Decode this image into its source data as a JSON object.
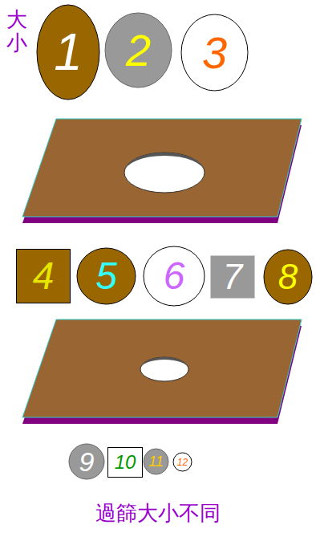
{
  "diagram": {
    "caption": "過篩大小不同",
    "nodes": [
      {
        "text": [
          "1"
        ]
      },
      {
        "text": [
          "2"
        ]
      },
      {
        "text": [
          "3"
        ]
      },
      {
        "text": [
          "4"
        ]
      },
      {
        "text": [
          "5"
        ]
      },
      {
        "text": [
          "6"
        ]
      },
      {
        "text": [
          "7"
        ]
      },
      {
        "text": [
          "8"
        ]
      },
      {
        "text": [
          "9"
        ]
      },
      {
        "text": [
          "10"
        ]
      },
      {
        "text": [
          "11"
        ]
      },
      {
        "text": [
          "12"
        ]
      }
    ],
    "labels": [
      "大小"
    ]
  }
}
